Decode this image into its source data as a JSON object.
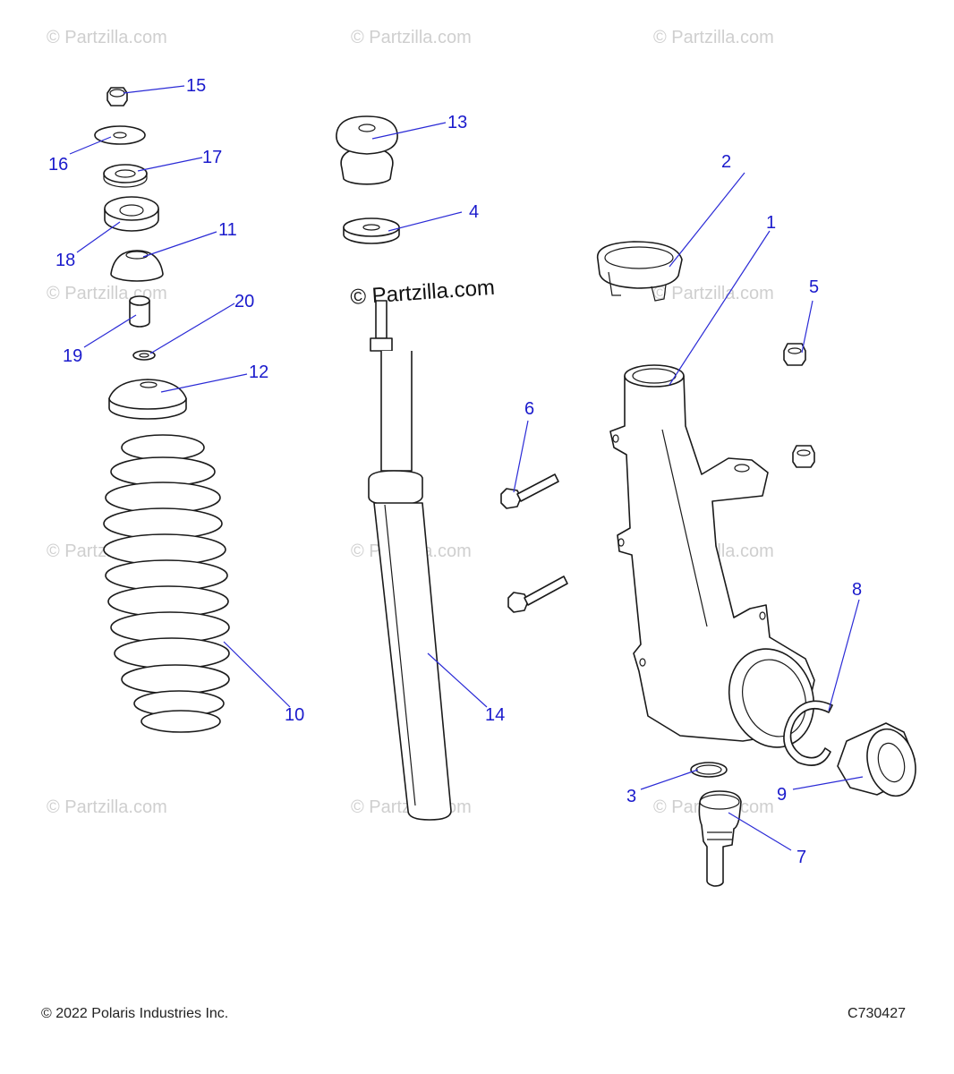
{
  "watermark_text": "© Partzilla.com",
  "callouts": [
    {
      "id": "15",
      "label": "15"
    },
    {
      "id": "16",
      "label": "16"
    },
    {
      "id": "17",
      "label": "17"
    },
    {
      "id": "18",
      "label": "18"
    },
    {
      "id": "11",
      "label": "11"
    },
    {
      "id": "19",
      "label": "19"
    },
    {
      "id": "20",
      "label": "20"
    },
    {
      "id": "12",
      "label": "12"
    },
    {
      "id": "10",
      "label": "10"
    },
    {
      "id": "13",
      "label": "13"
    },
    {
      "id": "4",
      "label": "4"
    },
    {
      "id": "14",
      "label": "14"
    },
    {
      "id": "2",
      "label": "2"
    },
    {
      "id": "1",
      "label": "1"
    },
    {
      "id": "5",
      "label": "5"
    },
    {
      "id": "6",
      "label": "6"
    },
    {
      "id": "8",
      "label": "8"
    },
    {
      "id": "9",
      "label": "9"
    },
    {
      "id": "3",
      "label": "3"
    },
    {
      "id": "7",
      "label": "7"
    }
  ],
  "footer": {
    "copyright": "© 2022 Polaris Industries Inc.",
    "diagram_code": "C730427"
  },
  "colors": {
    "callout": "#1a1acc",
    "line": "#1a1a1a",
    "watermark": "#cfcfcf"
  }
}
